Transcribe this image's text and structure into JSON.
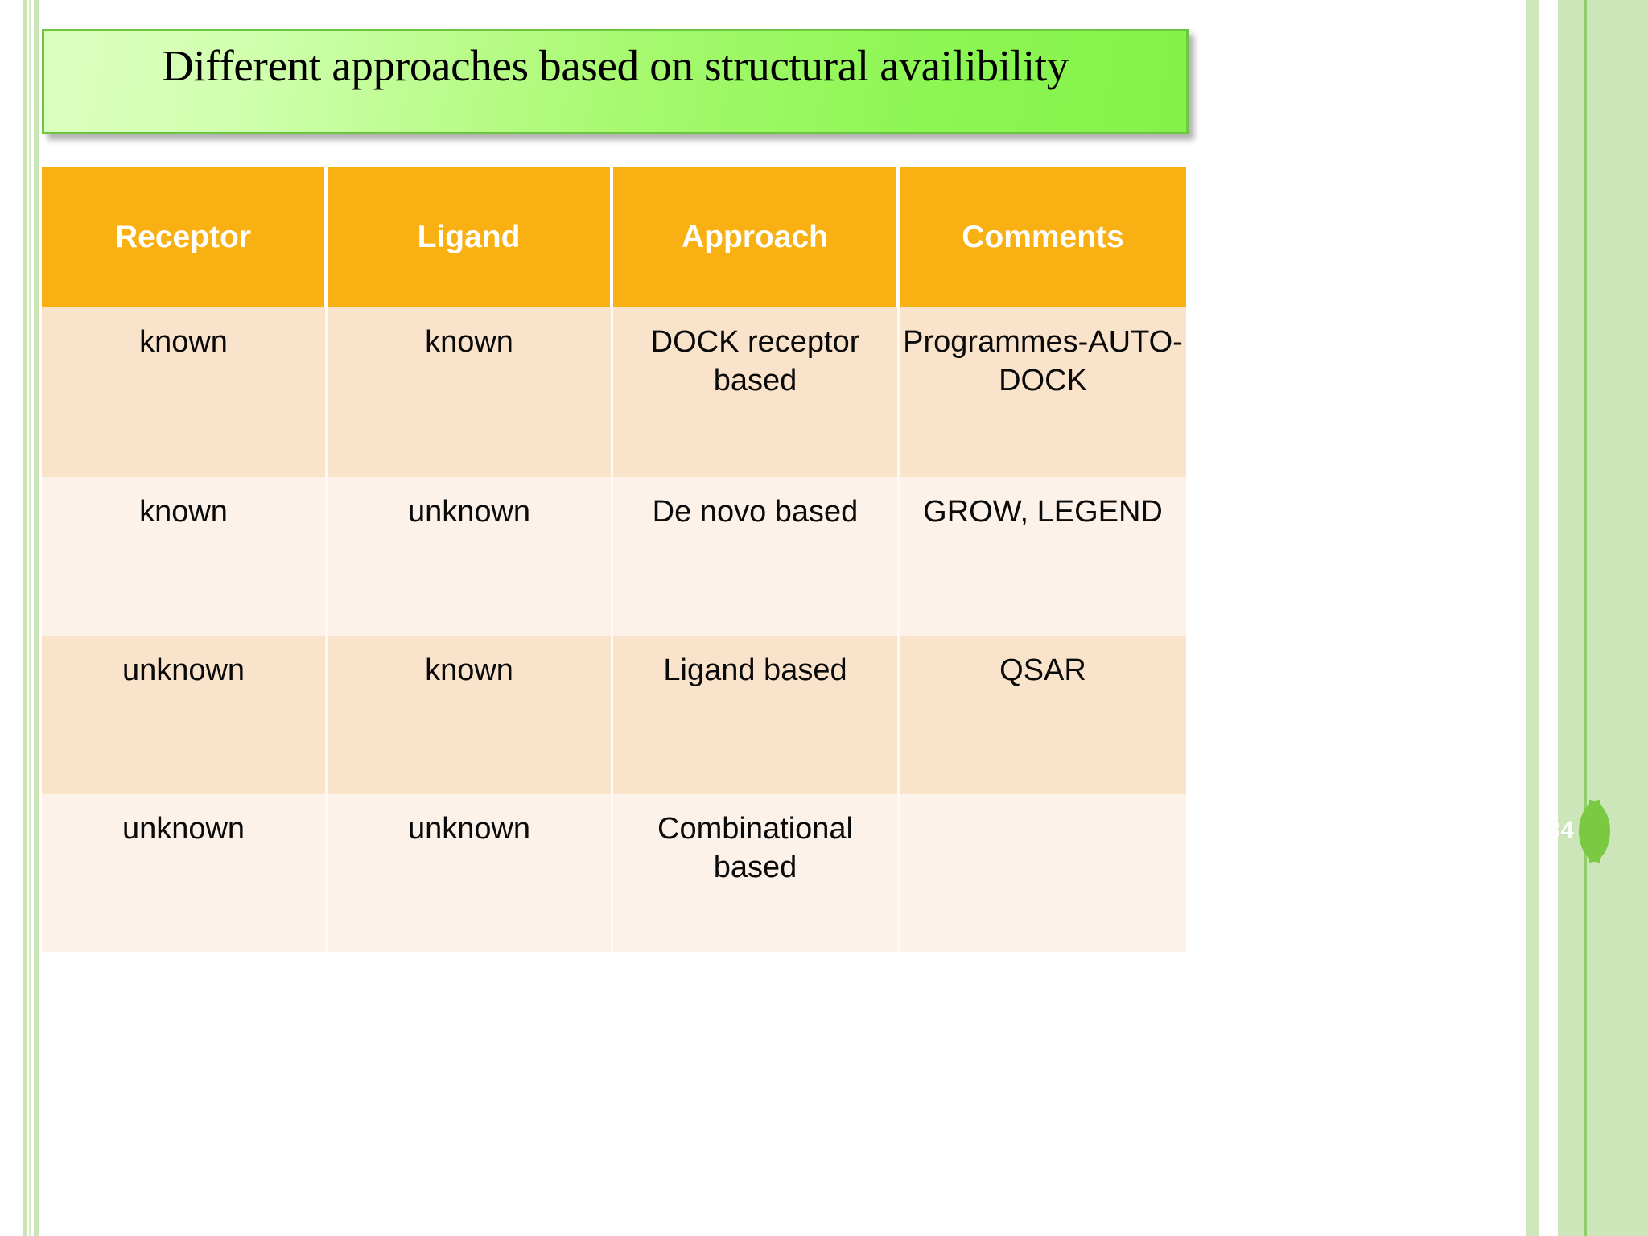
{
  "slide": {
    "title": "Different approaches based on structural availibility",
    "page_number": "34",
    "colors": {
      "title_border": "#6cc63f",
      "title_gradient_start": "#dcffc0",
      "title_gradient_end": "#84f24a",
      "table_header_bg": "#f9b012",
      "table_header_text": "#ffffff",
      "row_even_bg": "#fae3cb",
      "row_odd_bg": "#fdf2e9",
      "border_accent": "#cce6b9",
      "page_badge": "#7ac943"
    }
  },
  "table": {
    "headers": [
      "Receptor",
      "Ligand",
      "Approach",
      "Comments"
    ],
    "rows": [
      {
        "receptor": "known",
        "ligand": "known",
        "approach": "DOCK receptor based",
        "comments": "Programmes-AUTO-DOCK"
      },
      {
        "receptor": "known",
        "ligand": "unknown",
        "approach": "De novo based",
        "comments": "GROW, LEGEND"
      },
      {
        "receptor": "unknown",
        "ligand": "known",
        "approach": "Ligand based",
        "comments": "QSAR"
      },
      {
        "receptor": "unknown",
        "ligand": "unknown",
        "approach": "Combinational based",
        "comments": ""
      }
    ]
  }
}
